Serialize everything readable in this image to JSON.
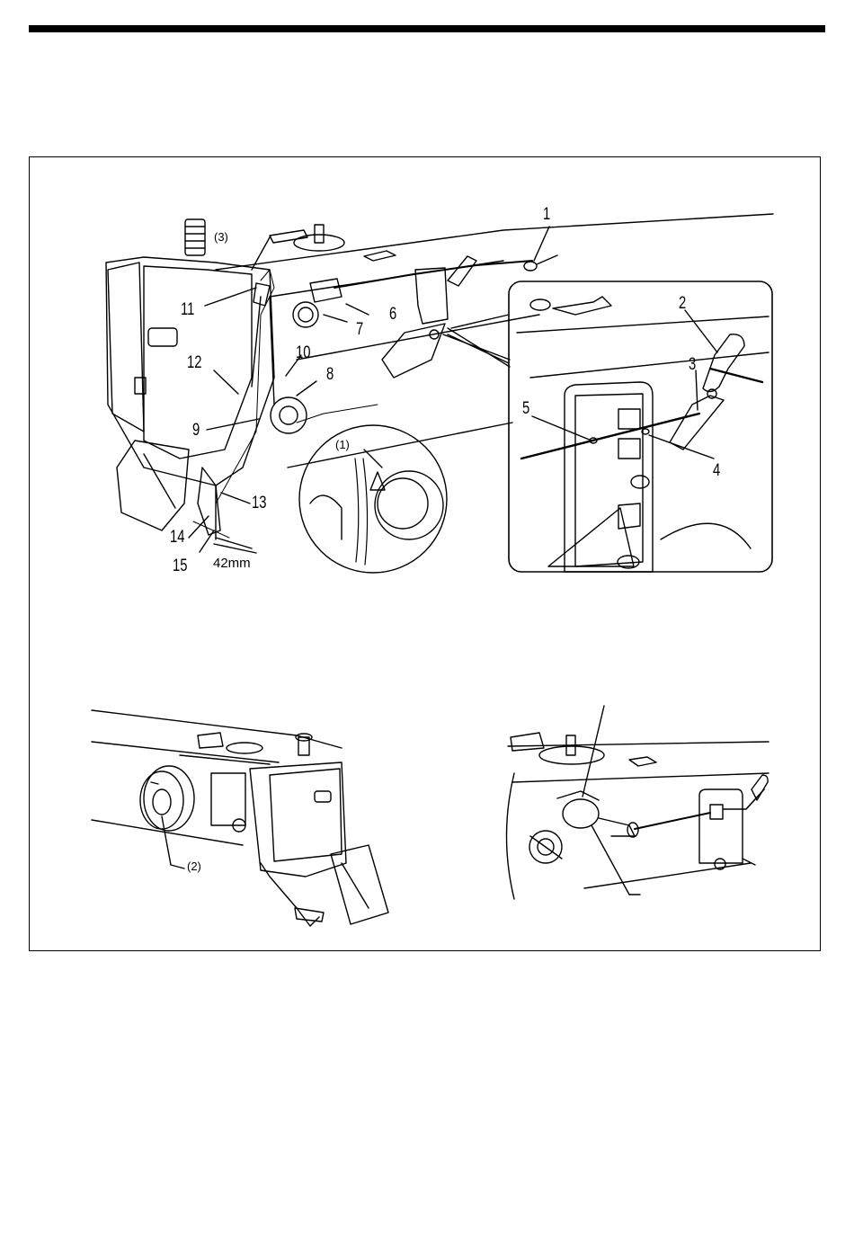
{
  "figure": {
    "callouts": {
      "c1": "1",
      "c2": "2",
      "c3": "3",
      "c4": "4",
      "c5": "5",
      "c6": "6",
      "c7": "7",
      "c8": "8",
      "c9": "9",
      "c10": "10",
      "c11": "11",
      "c12": "12",
      "c13": "13",
      "c14": "14",
      "c15": "15",
      "p1": "(1)",
      "p2": "(2)",
      "p3": "(3)"
    },
    "measurement": "42mm"
  }
}
